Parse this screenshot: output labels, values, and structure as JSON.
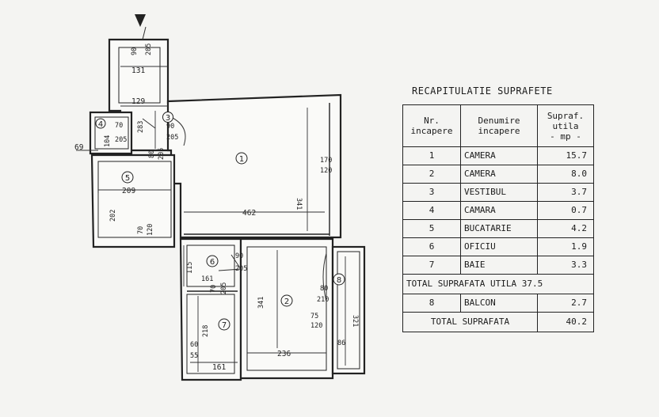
{
  "plan": {
    "rooms": [
      {
        "id": "1",
        "no": "1"
      },
      {
        "id": "2",
        "no": "2"
      },
      {
        "id": "3",
        "no": "3"
      },
      {
        "id": "4",
        "no": "4"
      },
      {
        "id": "5",
        "no": "5"
      },
      {
        "id": "6",
        "no": "6"
      },
      {
        "id": "7",
        "no": "7"
      },
      {
        "id": "8",
        "no": "8"
      }
    ],
    "dims": {
      "d90_205_top": [
        "90",
        "205"
      ],
      "d131": "131",
      "d129": "129",
      "d283": "283",
      "d70_205_r4": [
        "70",
        "205"
      ],
      "d104": "104",
      "d90_205_r1": [
        "90",
        "205"
      ],
      "d80_205_r3": [
        "80",
        "205"
      ],
      "d69": "69",
      "d209": "209",
      "d202": "202",
      "d70_120_r5": [
        "70",
        "120"
      ],
      "d462": "462",
      "d341_r1": "341",
      "d170_120": [
        "170",
        "120"
      ],
      "d115": "115",
      "d161_r6": "161",
      "d90_205_r6": [
        "90",
        "205"
      ],
      "d70_205_r7": [
        "70",
        "205"
      ],
      "d218": "218",
      "d60_55": [
        "60",
        "55"
      ],
      "d161_r7": "161",
      "d341_r2": "341",
      "d236": "236",
      "d80_210": [
        "80",
        "210"
      ],
      "d75_120": [
        "75",
        "120"
      ],
      "d321": "321",
      "d86": "86"
    }
  },
  "summary": {
    "title": "RECAPITULATIE SUPRAFETE",
    "headers": [
      "Nr.\nincapere",
      "Denumire\nincapere",
      "Supraf.\nutila\n- mp -"
    ],
    "rows": [
      {
        "nr": "1",
        "name": "CAMERA",
        "area": "15.7"
      },
      {
        "nr": "2",
        "name": "CAMERA",
        "area": "8.0"
      },
      {
        "nr": "3",
        "name": "VESTIBUL",
        "area": "3.7"
      },
      {
        "nr": "4",
        "name": "CAMARA",
        "area": "0.7"
      },
      {
        "nr": "5",
        "name": "BUCATARIE",
        "area": "4.2"
      },
      {
        "nr": "6",
        "name": "OFICIU",
        "area": "1.9"
      },
      {
        "nr": "7",
        "name": "BAIE",
        "area": "3.3"
      }
    ],
    "total_util": "TOTAL SUPRAFATA UTILA 37.5",
    "balcony": {
      "nr": "8",
      "name": "BALCON",
      "area": "2.7"
    },
    "total_label": "TOTAL SUPRAFATA",
    "total_value": "40.2"
  }
}
